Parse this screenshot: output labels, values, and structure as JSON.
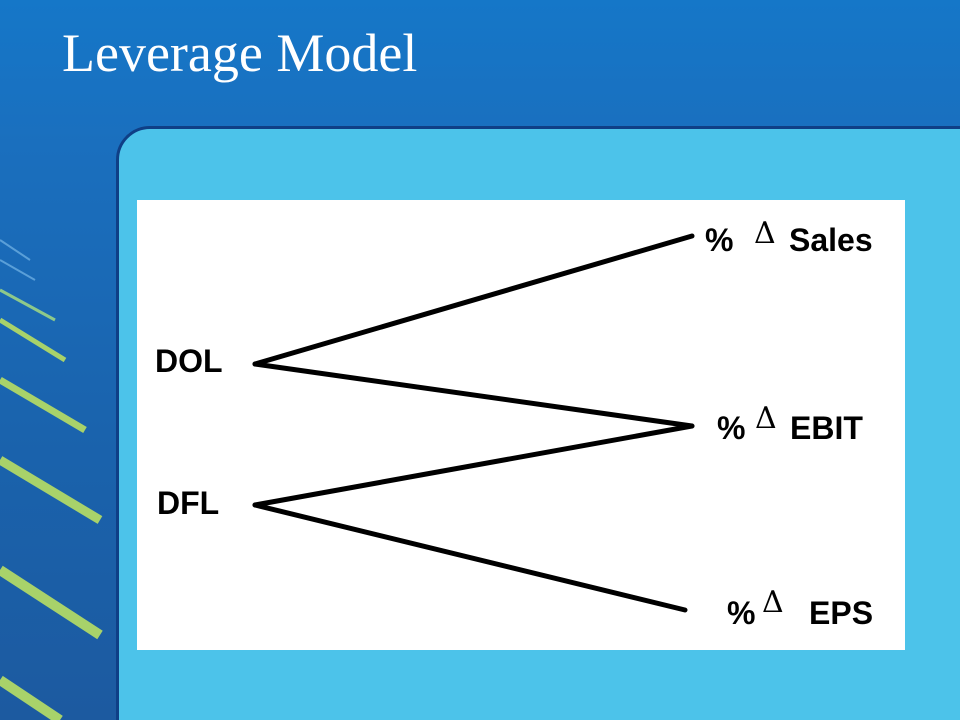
{
  "slide": {
    "title": "Leverage Model"
  },
  "diagram": {
    "left_nodes": {
      "dol": "DOL",
      "dfl": "DFL"
    },
    "right_nodes": {
      "sales": {
        "percent": "%",
        "delta": "Δ",
        "label": "Sales"
      },
      "ebit": {
        "percent": "%",
        "delta": "Δ",
        "label": "EBIT"
      },
      "eps": {
        "percent": "%",
        "delta": "Δ",
        "label": "EPS"
      }
    },
    "edges": [
      {
        "from": "DOL",
        "to": "% Δ Sales"
      },
      {
        "from": "DOL",
        "to": "% Δ EBIT"
      },
      {
        "from": "DFL",
        "to": "% Δ EBIT"
      },
      {
        "from": "DFL",
        "to": "% Δ EPS"
      }
    ]
  },
  "colors": {
    "background": "#1a6fbe",
    "panel": "#4cc3ea",
    "panel_border": "#0f3f86",
    "diagram_bg": "#ffffff",
    "accent_stripes": "#a8d26a",
    "text": "#000000",
    "title_text": "#ffffff"
  }
}
